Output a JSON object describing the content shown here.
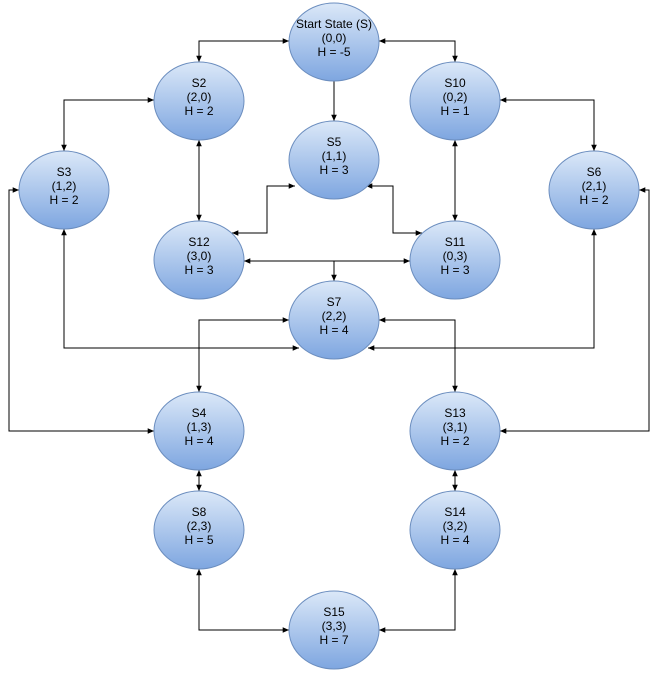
{
  "colors": {
    "node_fill_top": "#dbe8f8",
    "node_fill_bottom": "#7ea6e0",
    "node_stroke": "#6c8ebf",
    "edge": "#000000",
    "background": "#ffffff"
  },
  "nodes": [
    {
      "id": "S",
      "lines": [
        "Start State (S)",
        "(0,0)",
        "H = -5"
      ]
    },
    {
      "id": "S2",
      "lines": [
        "S2",
        "(2,0)",
        "H = 2"
      ]
    },
    {
      "id": "S10",
      "lines": [
        "S10",
        "(0,2)",
        "H = 1"
      ]
    },
    {
      "id": "S5",
      "lines": [
        "S5",
        "(1,1)",
        "H = 3"
      ]
    },
    {
      "id": "S3",
      "lines": [
        "S3",
        "(1,2)",
        "H = 2"
      ]
    },
    {
      "id": "S6",
      "lines": [
        "S6",
        "(2,1)",
        "H = 2"
      ]
    },
    {
      "id": "S12",
      "lines": [
        "S12",
        "(3,0)",
        "H = 3"
      ]
    },
    {
      "id": "S11",
      "lines": [
        "S11",
        "(0,3)",
        "H = 3"
      ]
    },
    {
      "id": "S7",
      "lines": [
        "S7",
        "(2,2)",
        "H = 4"
      ]
    },
    {
      "id": "S4",
      "lines": [
        "S4",
        "(1,3)",
        "H = 4"
      ]
    },
    {
      "id": "S13",
      "lines": [
        "S13",
        "(3,1)",
        "H = 2"
      ]
    },
    {
      "id": "S8",
      "lines": [
        "S8",
        "(2,3)",
        "H = 5"
      ]
    },
    {
      "id": "S14",
      "lines": [
        "S14",
        "(3,2)",
        "H = 4"
      ]
    },
    {
      "id": "S15",
      "lines": [
        "S15",
        "(3,3)",
        "H = 7"
      ]
    }
  ],
  "edges": [
    {
      "from": "S",
      "to": "S2",
      "directed": "both"
    },
    {
      "from": "S",
      "to": "S10",
      "directed": "both"
    },
    {
      "from": "S",
      "to": "S5",
      "directed": "forward"
    },
    {
      "from": "S2",
      "to": "S3",
      "directed": "both"
    },
    {
      "from": "S2",
      "to": "S12",
      "directed": "both"
    },
    {
      "from": "S10",
      "to": "S11",
      "directed": "both"
    },
    {
      "from": "S10",
      "to": "S6",
      "directed": "both"
    },
    {
      "from": "S5",
      "to": "S12",
      "directed": "both"
    },
    {
      "from": "S5",
      "to": "S11",
      "directed": "both"
    },
    {
      "from": "S12",
      "to": "S11",
      "directed": "both"
    },
    {
      "from": "S12",
      "to": "S7",
      "directed": "forward"
    },
    {
      "from": "S3",
      "to": "S7",
      "directed": "both"
    },
    {
      "from": "S6",
      "to": "S7",
      "directed": "both"
    },
    {
      "from": "S3",
      "to": "S4",
      "directed": "both"
    },
    {
      "from": "S6",
      "to": "S13",
      "directed": "both"
    },
    {
      "from": "S7",
      "to": "S4",
      "directed": "both"
    },
    {
      "from": "S7",
      "to": "S13",
      "directed": "both"
    },
    {
      "from": "S4",
      "to": "S8",
      "directed": "both"
    },
    {
      "from": "S13",
      "to": "S14",
      "directed": "both"
    },
    {
      "from": "S8",
      "to": "S15",
      "directed": "both"
    },
    {
      "from": "S14",
      "to": "S15",
      "directed": "both"
    }
  ]
}
